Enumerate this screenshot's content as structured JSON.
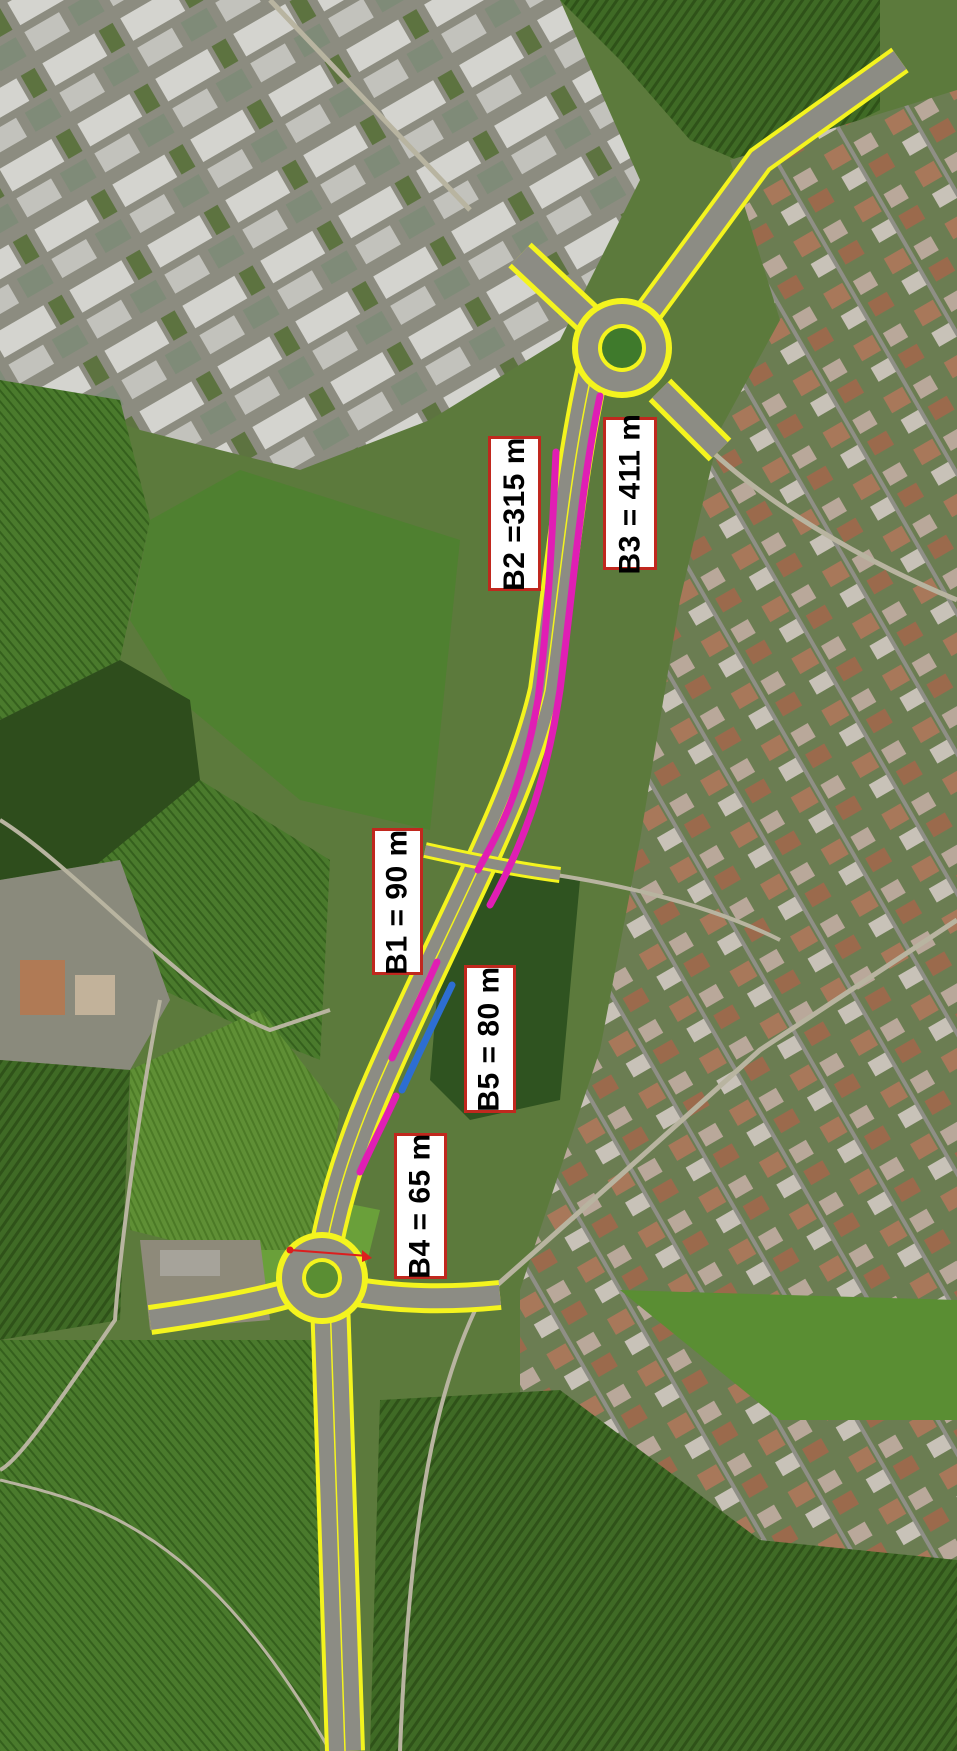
{
  "map": {
    "type": "aerial-photo-road-plan",
    "colors": {
      "road_outline": "#f4f41e",
      "segment_highlight": "#e01eb4",
      "segment_b5": "#2d6ed2",
      "label_border": "#c0281e",
      "section_line": "#dc1e1e",
      "field": "#4f7a2e",
      "field_dark": "#3b6122",
      "building_roof": "#c9c9c4",
      "house_roof": "#a8785a",
      "paved": "#9a9a8e"
    },
    "segments": [
      {
        "id": "B1",
        "label": "B1 = 90 m",
        "length_m": 90
      },
      {
        "id": "B2",
        "label": "B2 =315 m",
        "length_m": 315
      },
      {
        "id": "B3",
        "label": "B3 = 411 m",
        "length_m": 411
      },
      {
        "id": "B4",
        "label": "B4 = 65 m",
        "length_m": 65
      },
      {
        "id": "B5",
        "label": "B5 = 80 m",
        "length_m": 80
      }
    ]
  }
}
